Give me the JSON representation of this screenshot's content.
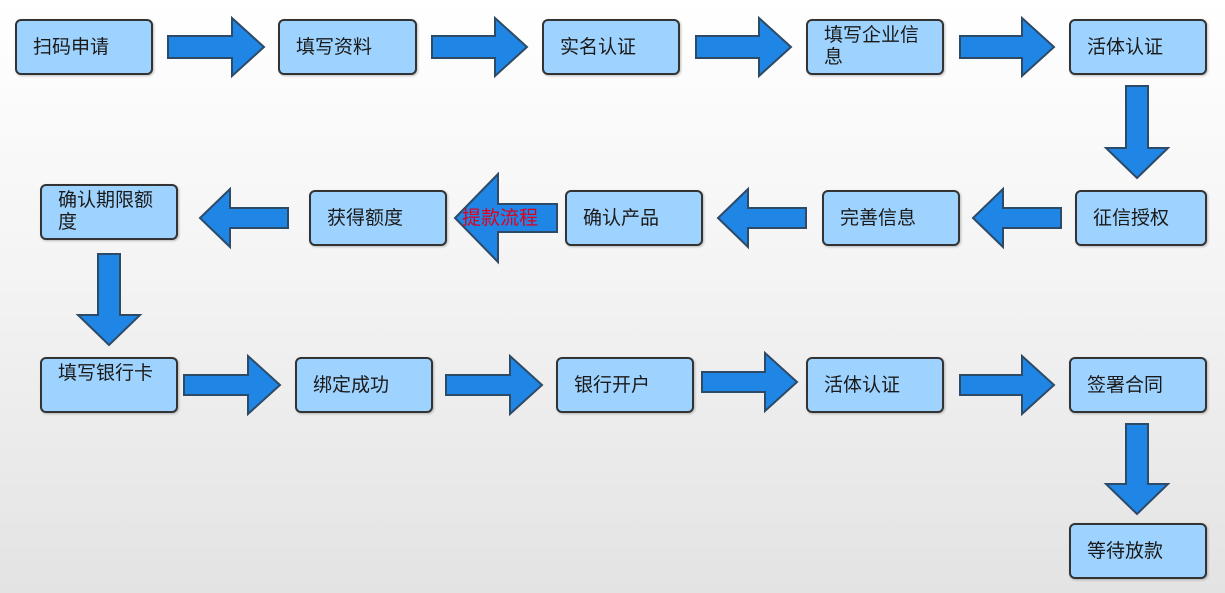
{
  "steps": {
    "scan_apply": "扫码申请",
    "fill_info": "填写资料",
    "real_name": "实名认证",
    "fill_company": "填写企业信息",
    "liveness_1": "活体认证",
    "credit_auth": "征信授权",
    "complete_info": "完善信息",
    "confirm_product": "确认产品",
    "get_quota": "获得额度",
    "confirm_term_quota": "确认期限额度",
    "fill_bank_card": "填写银行卡",
    "bind_success": "绑定成功",
    "bank_open_account": "银行开户",
    "liveness_2": "活体认证",
    "sign_contract": "签署合同",
    "await_disbursement": "等待放款"
  },
  "withdrawal_flow_label": "提款流程",
  "colors": {
    "node_fill": "#9fd3ff",
    "node_border": "#333333",
    "arrow_fill": "#1f86e6",
    "highlight_text": "#e0001b"
  }
}
